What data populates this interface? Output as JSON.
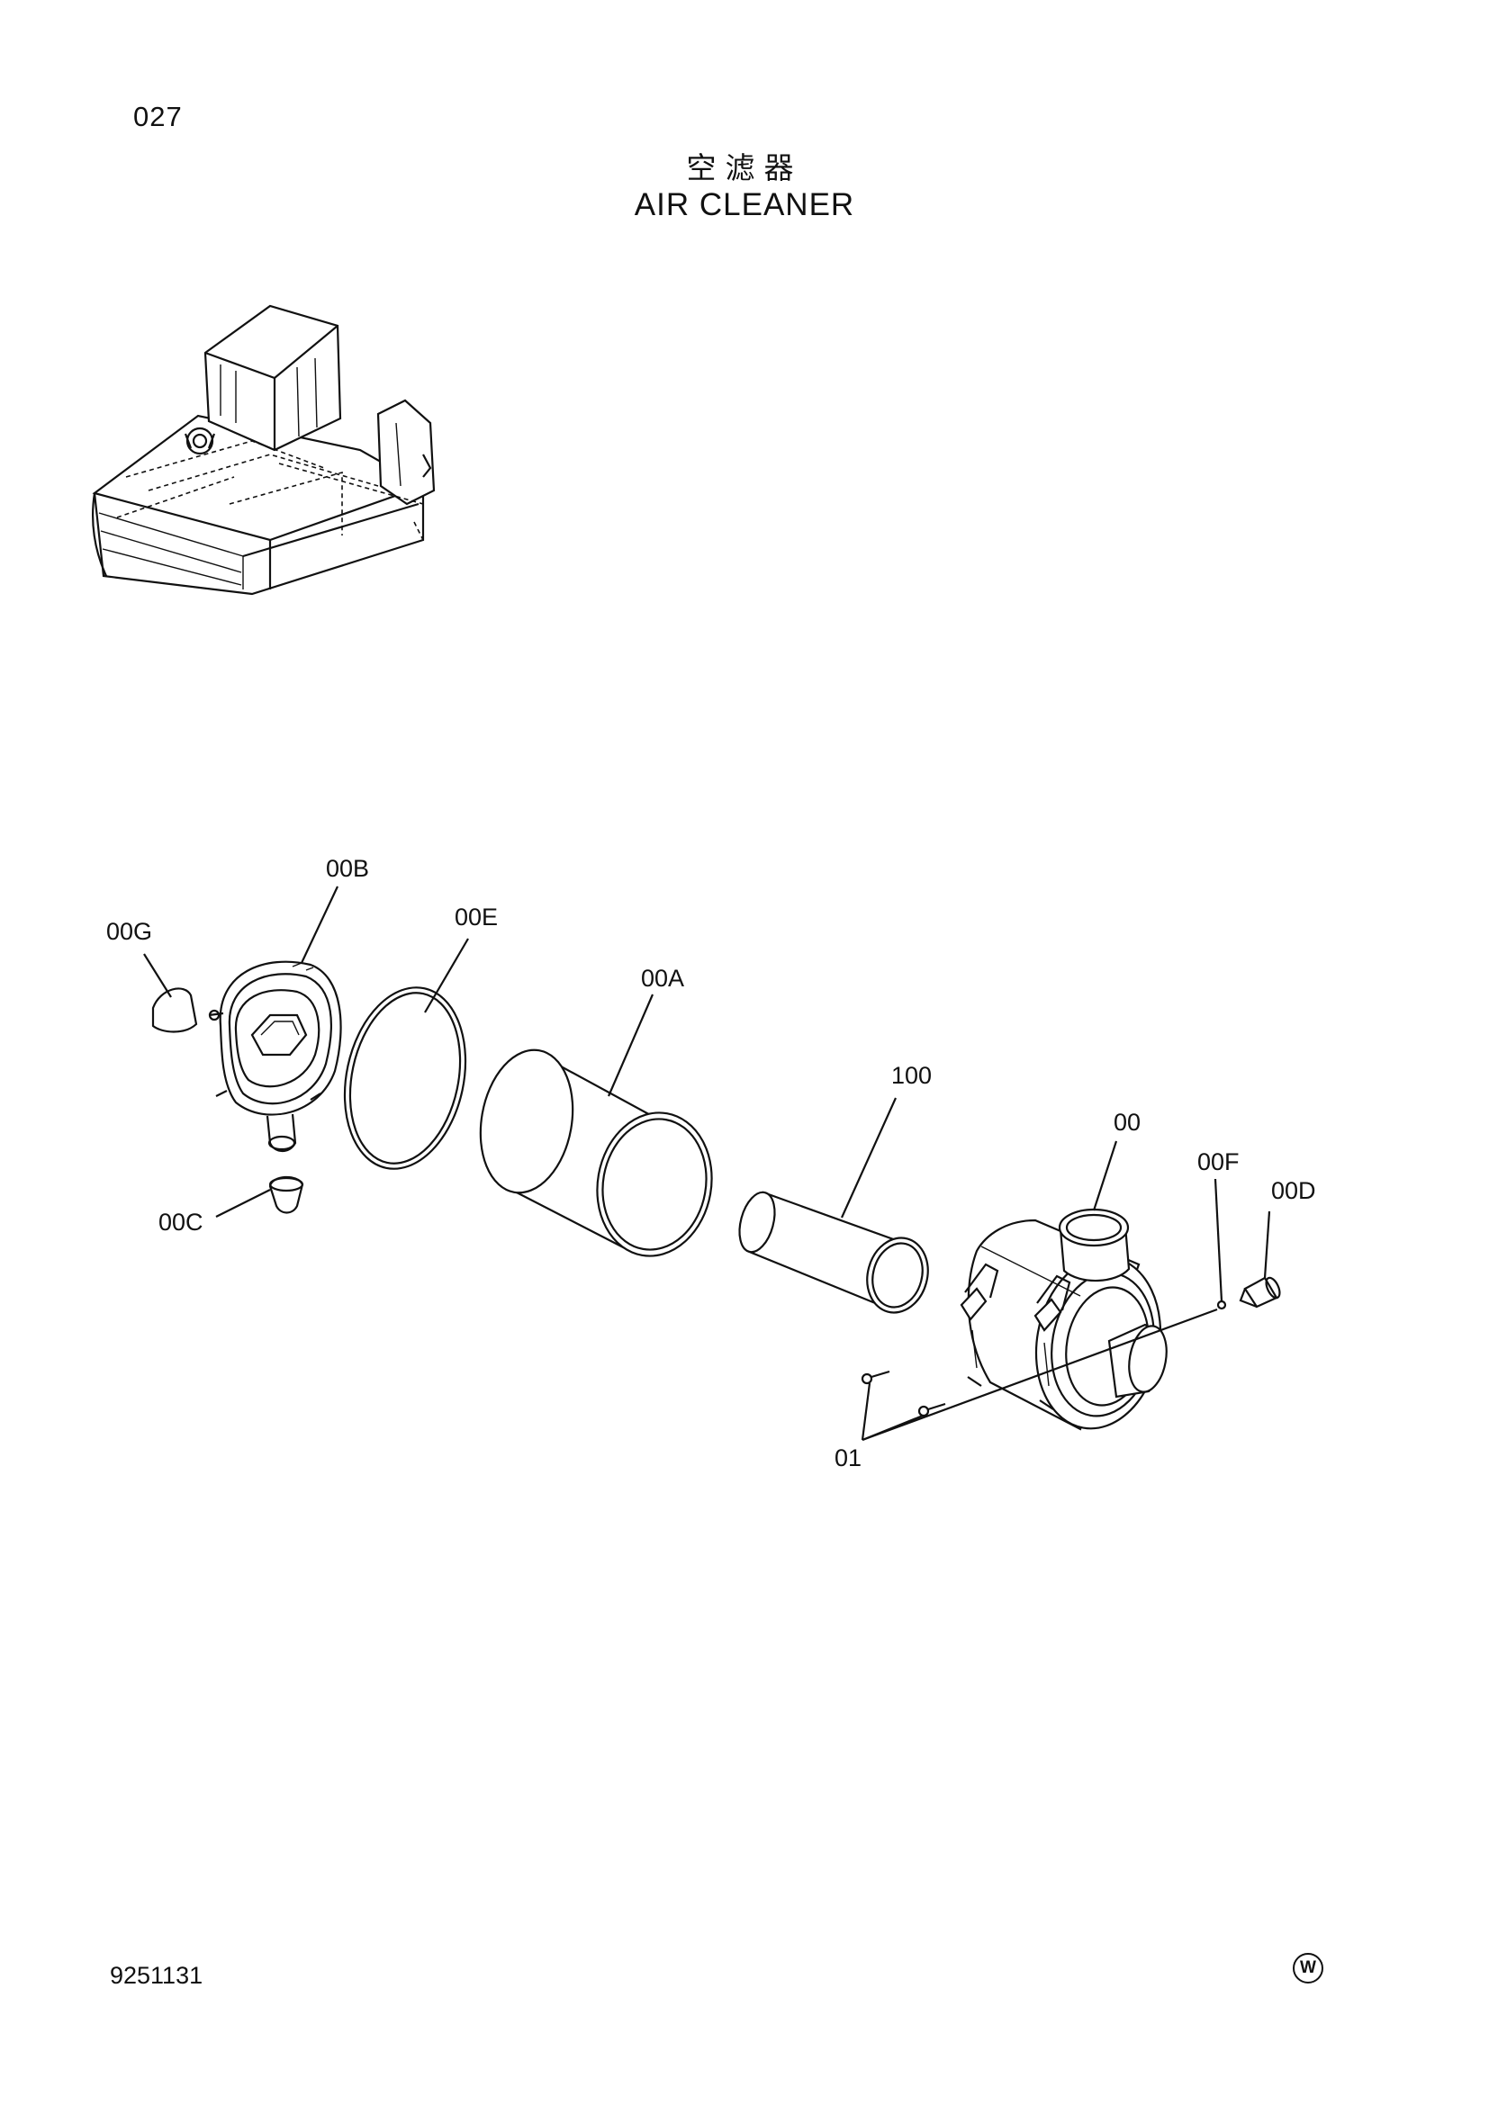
{
  "header": {
    "page_number": "027",
    "title_cn": "空滤器",
    "title_en": "AIR CLEANER"
  },
  "callouts": [
    {
      "id": "00B",
      "label": "00B"
    },
    {
      "id": "00G",
      "label": "00G"
    },
    {
      "id": "00E",
      "label": "00E"
    },
    {
      "id": "00A",
      "label": "00A"
    },
    {
      "id": "100",
      "label": "100"
    },
    {
      "id": "00",
      "label": "00"
    },
    {
      "id": "00F",
      "label": "00F"
    },
    {
      "id": "00D",
      "label": "00D"
    },
    {
      "id": "00C",
      "label": "00C"
    },
    {
      "id": "01",
      "label": "01"
    }
  ],
  "footer": {
    "document_code": "9251131",
    "mark": "W"
  }
}
